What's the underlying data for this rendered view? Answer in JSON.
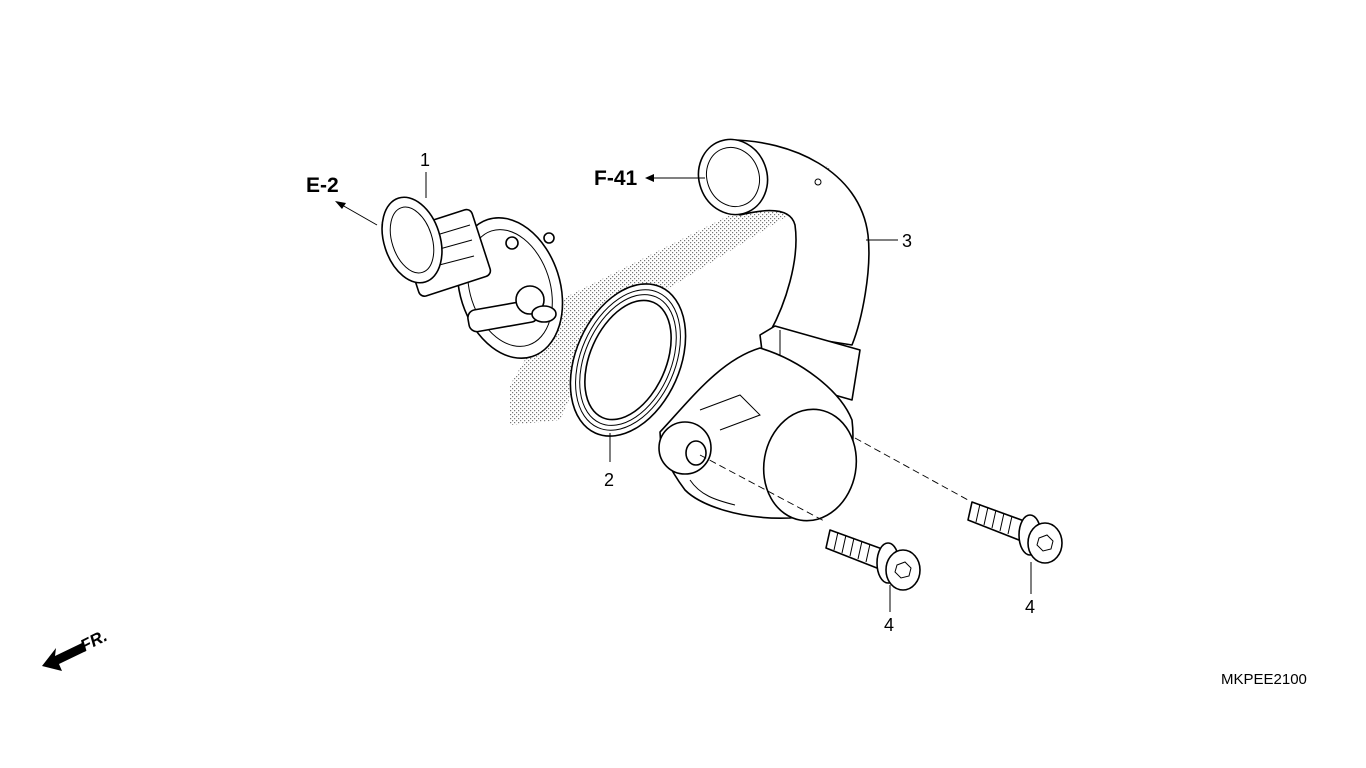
{
  "diagram": {
    "code": "MKPEE2100",
    "front_label": "FR.",
    "references": [
      {
        "label": "E-2",
        "target": "thermostat"
      },
      {
        "label": "F-41",
        "target": "water-hose-outlet"
      }
    ],
    "callouts": [
      {
        "number": "1",
        "part": "thermostat"
      },
      {
        "number": "2",
        "part": "o-ring"
      },
      {
        "number": "3",
        "part": "thermostat-cover"
      },
      {
        "number": "4",
        "part": "flange-bolt"
      },
      {
        "number": "4",
        "part": "flange-bolt"
      }
    ]
  }
}
